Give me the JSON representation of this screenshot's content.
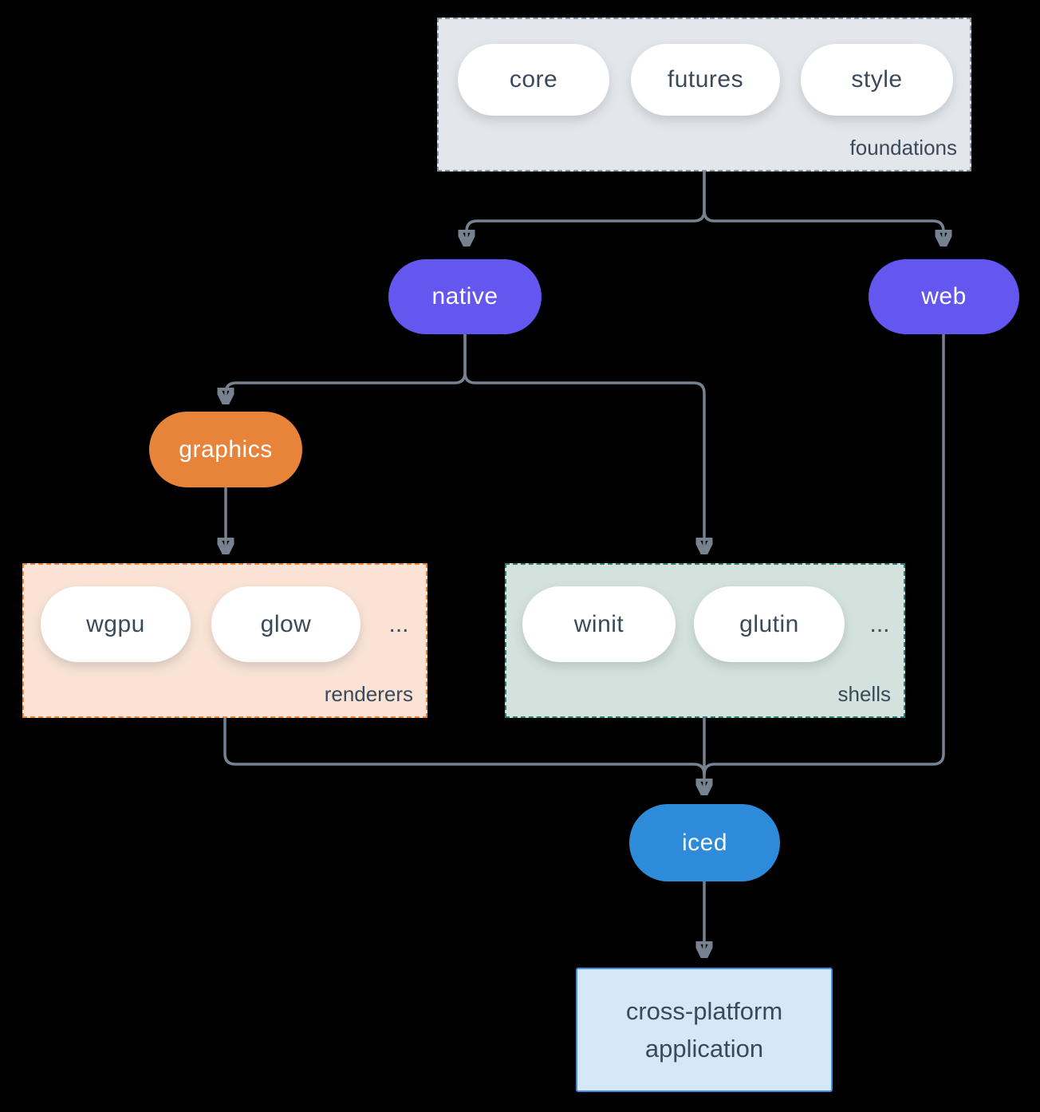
{
  "diagram": {
    "foundations": {
      "label": "foundations",
      "crates": [
        "core",
        "futures",
        "style"
      ]
    },
    "native": {
      "label": "native"
    },
    "web": {
      "label": "web"
    },
    "graphics": {
      "label": "graphics"
    },
    "renderers": {
      "label": "renderers",
      "crates": [
        "wgpu",
        "glow"
      ],
      "more": "..."
    },
    "shells": {
      "label": "shells",
      "crates": [
        "winit",
        "glutin"
      ],
      "more": "..."
    },
    "iced": {
      "label": "iced"
    },
    "application": {
      "label": "cross-platform application"
    }
  },
  "colors": {
    "background": "#000000",
    "connector": "#76828f",
    "purple_pill": "#6357ef",
    "orange_pill": "#e8833a",
    "blue_pill": "#2e8bd9",
    "foundations_fill": "#e3e6ea",
    "foundations_border": "#8494a4",
    "renderers_fill": "#fae3d4",
    "renderers_border": "#e8833a",
    "shells_fill": "#d3e2dc",
    "shells_border": "#2b8073",
    "application_fill": "#d6e7f8",
    "application_border": "#3d8ee2",
    "text_dark": "#3a4a5a",
    "text_light": "#ffffff"
  }
}
